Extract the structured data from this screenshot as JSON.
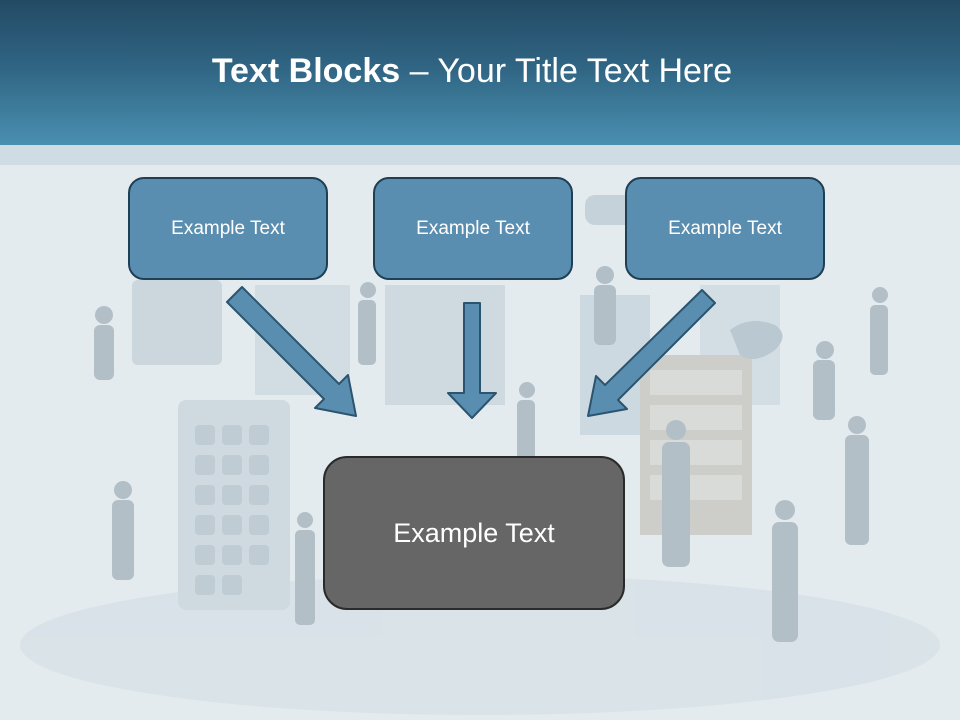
{
  "slide": {
    "title_bold": "Text Blocks",
    "title_separator": "–",
    "title_rest": "Your Title Text Here"
  },
  "blocks": {
    "top": [
      {
        "label": "Example Text"
      },
      {
        "label": "Example Text"
      },
      {
        "label": "Example Text"
      }
    ],
    "bottom": {
      "label": "Example Text"
    }
  },
  "colors": {
    "header_dark": "#234a64",
    "header_light": "#4a8fb0",
    "box_fill": "#5a8eb0",
    "box_border": "#1f3f55",
    "center_box_fill": "#666666",
    "center_box_border": "#2a2a2a",
    "arrow_fill": "#5a8eb0",
    "arrow_stroke": "#2a5470",
    "background": "#e3ebef"
  },
  "icons": [
    "app-tablet-illustration",
    "business-people-illustration",
    "bookshelf-illustration",
    "world-map-illustration"
  ]
}
